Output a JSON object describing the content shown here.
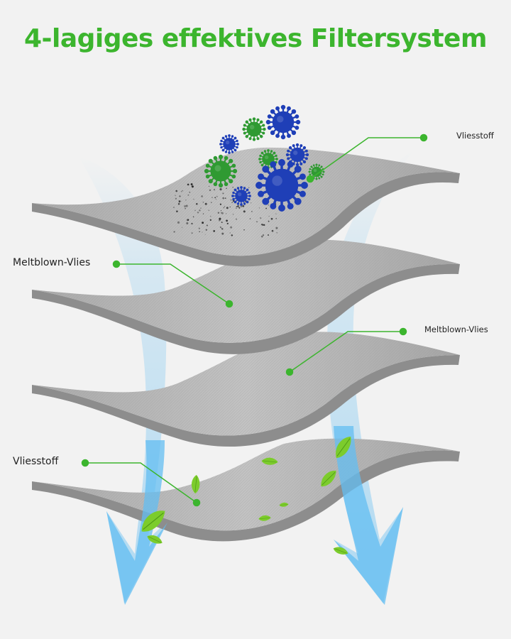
{
  "title": "4-lagiges effektives Filtersystem",
  "labels": {
    "layer1": "Vliesstoff",
    "layer2": "Meltblown-Vlies",
    "layer3": "Meltblown-Vlies",
    "layer4": "Vliesstoff"
  },
  "colors": {
    "title": "#3cb52e",
    "callout": "#3cb52e",
    "layer": "#b4b4b4",
    "layer_edge": "#8c8c8c",
    "airflow": "#63bdf2",
    "virus_blue": "#1f3fb7",
    "virus_green": "#2f9a32",
    "leaf": "#7ccc2c"
  },
  "icons": [
    "virus-icon",
    "leaf-icon",
    "airflow-arrow-icon"
  ]
}
